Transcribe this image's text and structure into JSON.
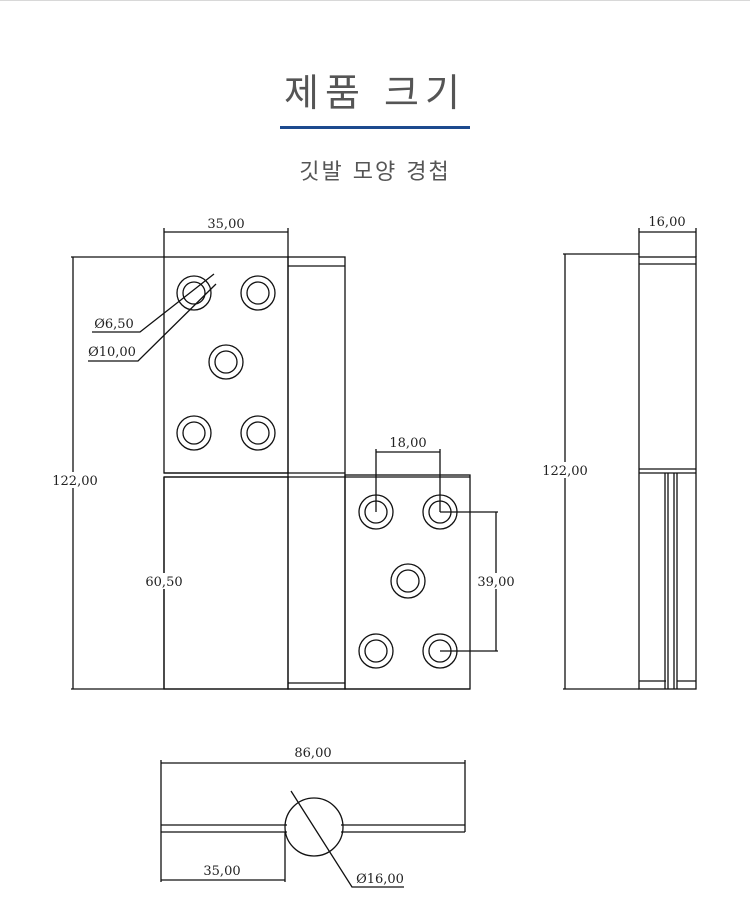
{
  "header": {
    "title": "제품 크기",
    "subtitle": "깃발 모양 경첩"
  },
  "front_view": {
    "leaf_width": "35,00",
    "hole_inner_diameter": "Ø6,50",
    "hole_outer_diameter": "Ø10,00",
    "total_height": "122,00",
    "lower_height": "60,50",
    "hole_spacing_horizontal": "18,00",
    "hole_spacing_vertical": "39,00"
  },
  "side_view": {
    "thickness": "16,00",
    "total_height": "122,00"
  },
  "bottom_view": {
    "total_width": "86,00",
    "leaf_width": "35,00",
    "knuckle_diameter": "Ø16,00"
  }
}
